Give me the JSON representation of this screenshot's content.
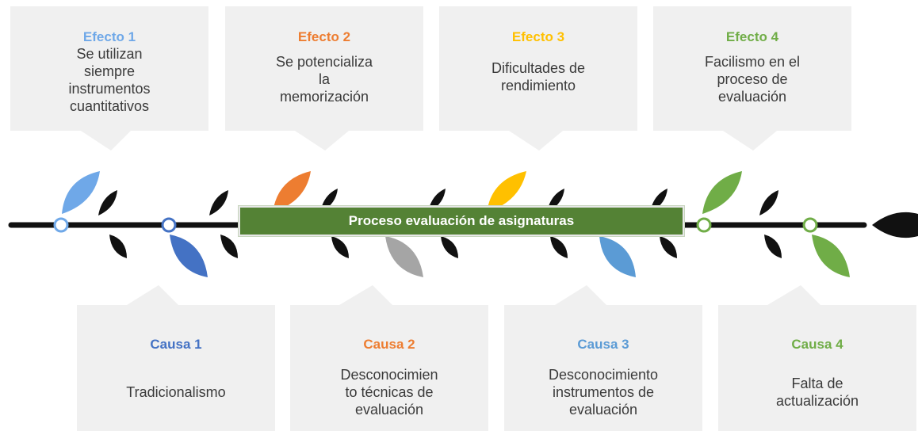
{
  "center": {
    "label": "Proceso evaluación de asignaturas"
  },
  "effects": [
    {
      "title": "Efecto 1",
      "text": "Se utilizan\nsiempre\ninstrumentos\ncuantitativos",
      "color": "#6fa8e8"
    },
    {
      "title": "Efecto 2",
      "text": "Se potencializa\nla\nmemorización",
      "color": "#ed7d31"
    },
    {
      "title": "Efecto 3",
      "text": "Dificultades de\nrendimiento",
      "color": "#ffc000"
    },
    {
      "title": "Efecto 4",
      "text": "Facilismo en el\nproceso de\nevaluación",
      "color": "#70ad47"
    }
  ],
  "causes": [
    {
      "title": "Causa 1",
      "text": "Tradicionalismo",
      "color": "#4472c4"
    },
    {
      "title": "Causa 2",
      "text": "Desconocimien\nto técnicas de\nevaluación",
      "color": "#ed7d31"
    },
    {
      "title": "Causa 3",
      "text": "Desconocimiento\ninstrumentos de\nevaluación",
      "color": "#5b9bd5"
    },
    {
      "title": "Causa 4",
      "text": "Falta de\nactualización",
      "color": "#70ad47"
    }
  ],
  "colors": {
    "spine": "#111111",
    "box_bg": "#f0f0f0",
    "center_bg": "#548235",
    "leaf_gray": "#a5a5a5",
    "leaf_black": "#111111"
  }
}
